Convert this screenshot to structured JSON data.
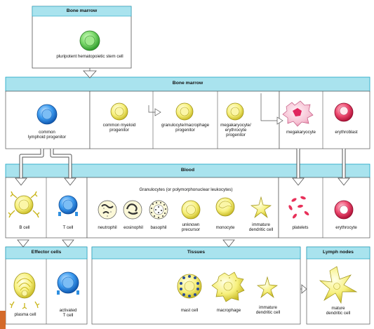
{
  "headers": {
    "bone_marrow_top": "Bone marrow",
    "bone_marrow_main": "Bone marrow",
    "blood": "Blood",
    "effector_cells": "Effector cells",
    "tissues": "Tissues",
    "lymph_nodes": "Lymph nodes"
  },
  "granulocytes_caption": "Granulocytes (or polymorphonuclear leukocytes)",
  "cells": {
    "stem_cell": "pluripotent hematopoietic stem cell",
    "common_lymphoid_1": "common",
    "common_lymphoid_2": "lymphoid progenitor",
    "common_myeloid_1": "common myeloid",
    "common_myeloid_2": "progenitor",
    "gran_mac_1": "granulocyte/macrophage",
    "gran_mac_2": "progenitor",
    "mega_ery_1": "megakaryocyte/",
    "mega_ery_2": "erythrocyte",
    "mega_ery_3": "progenitor",
    "megakaryocyte": "megakaryocyte",
    "erythroblast": "erythroblast",
    "b_cell": "B cell",
    "t_cell": "T cell",
    "neutrophil": "neutrophil",
    "eosinophil": "eosinophil",
    "basophil": "basophil",
    "unknown_1": "unknown",
    "unknown_2": "precursor",
    "monocyte": "monocyte",
    "imm_dc_1": "immature",
    "imm_dc_2": "dendritic cell",
    "platelets": "platelets",
    "erythrocyte": "erythrocyte",
    "plasma_cell": "plasma cell",
    "activated_1": "activated",
    "activated_2": "T cell",
    "mast_cell": "mast cell",
    "macrophage": "macrophage",
    "tissue_imm_dc_1": "immature",
    "tissue_imm_dc_2": "dendritic cell",
    "mature_dc_1": "mature",
    "mature_dc_2": "dendritic cell"
  },
  "colors": {
    "band": "#a9e3ee",
    "band_border": "#1aa3c4",
    "frame": "#555555",
    "green": "#6fd35c",
    "blue": "#2f8fe0",
    "yellow": "#f6f07a",
    "red": "#e8315a",
    "pink": "#f5b6cc",
    "orange_bar": "#d46a2a"
  }
}
